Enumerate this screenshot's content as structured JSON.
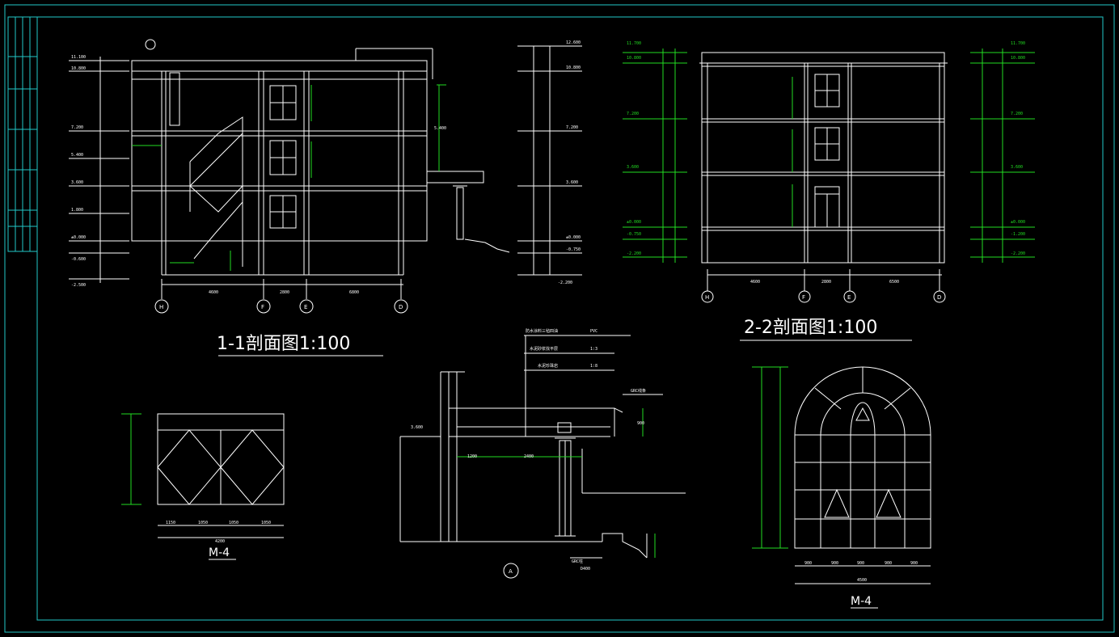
{
  "drawings": {
    "section1": {
      "title": "1-1剖面图1:100",
      "axes": [
        "H",
        "F",
        "E",
        "D"
      ],
      "spans": [
        "4600",
        "2800",
        "6800"
      ],
      "left_levels": [
        "11.100",
        "10.800",
        "7.200",
        "5.400",
        "3.600",
        "1.800",
        "±0.000",
        "-0.600",
        "-2.500"
      ],
      "right_dims": [
        "12.600",
        "10.800",
        "7.200",
        "3.600",
        "±0.000",
        "-0.750",
        "-2.200"
      ],
      "tag": "5.400"
    },
    "section2": {
      "title": "2-2剖面图1:100",
      "axes": [
        "H",
        "F",
        "E",
        "D"
      ],
      "spans": [
        "4600",
        "2800",
        "6500"
      ],
      "left_levels": [
        "11.700",
        "10.800",
        "7.200",
        "3.600",
        "±0.000",
        "-0.750",
        "-2.200"
      ],
      "right_levels": [
        "11.700",
        "10.800",
        "7.200",
        "3.600",
        "±0.000",
        "-1.200",
        "-2.200"
      ]
    },
    "detail": {
      "axis": "A",
      "labels": [
        "防水涂料三毡四油",
        "PVC",
        "水泥砂浆找平层",
        "1:3",
        "水泥珍珠岩",
        "1:8",
        "GRC线条",
        "3.600",
        "GRC柱",
        "D400"
      ],
      "dims": [
        "1200",
        "2400",
        "900"
      ]
    },
    "m4_rect": {
      "title": "M-4",
      "total": "4200",
      "dims": [
        "1150",
        "1050",
        "1050",
        "1050"
      ]
    },
    "m4_arch": {
      "title": "M-4",
      "total": "4500",
      "dims": [
        "900",
        "900",
        "900",
        "900",
        "900"
      ]
    }
  }
}
